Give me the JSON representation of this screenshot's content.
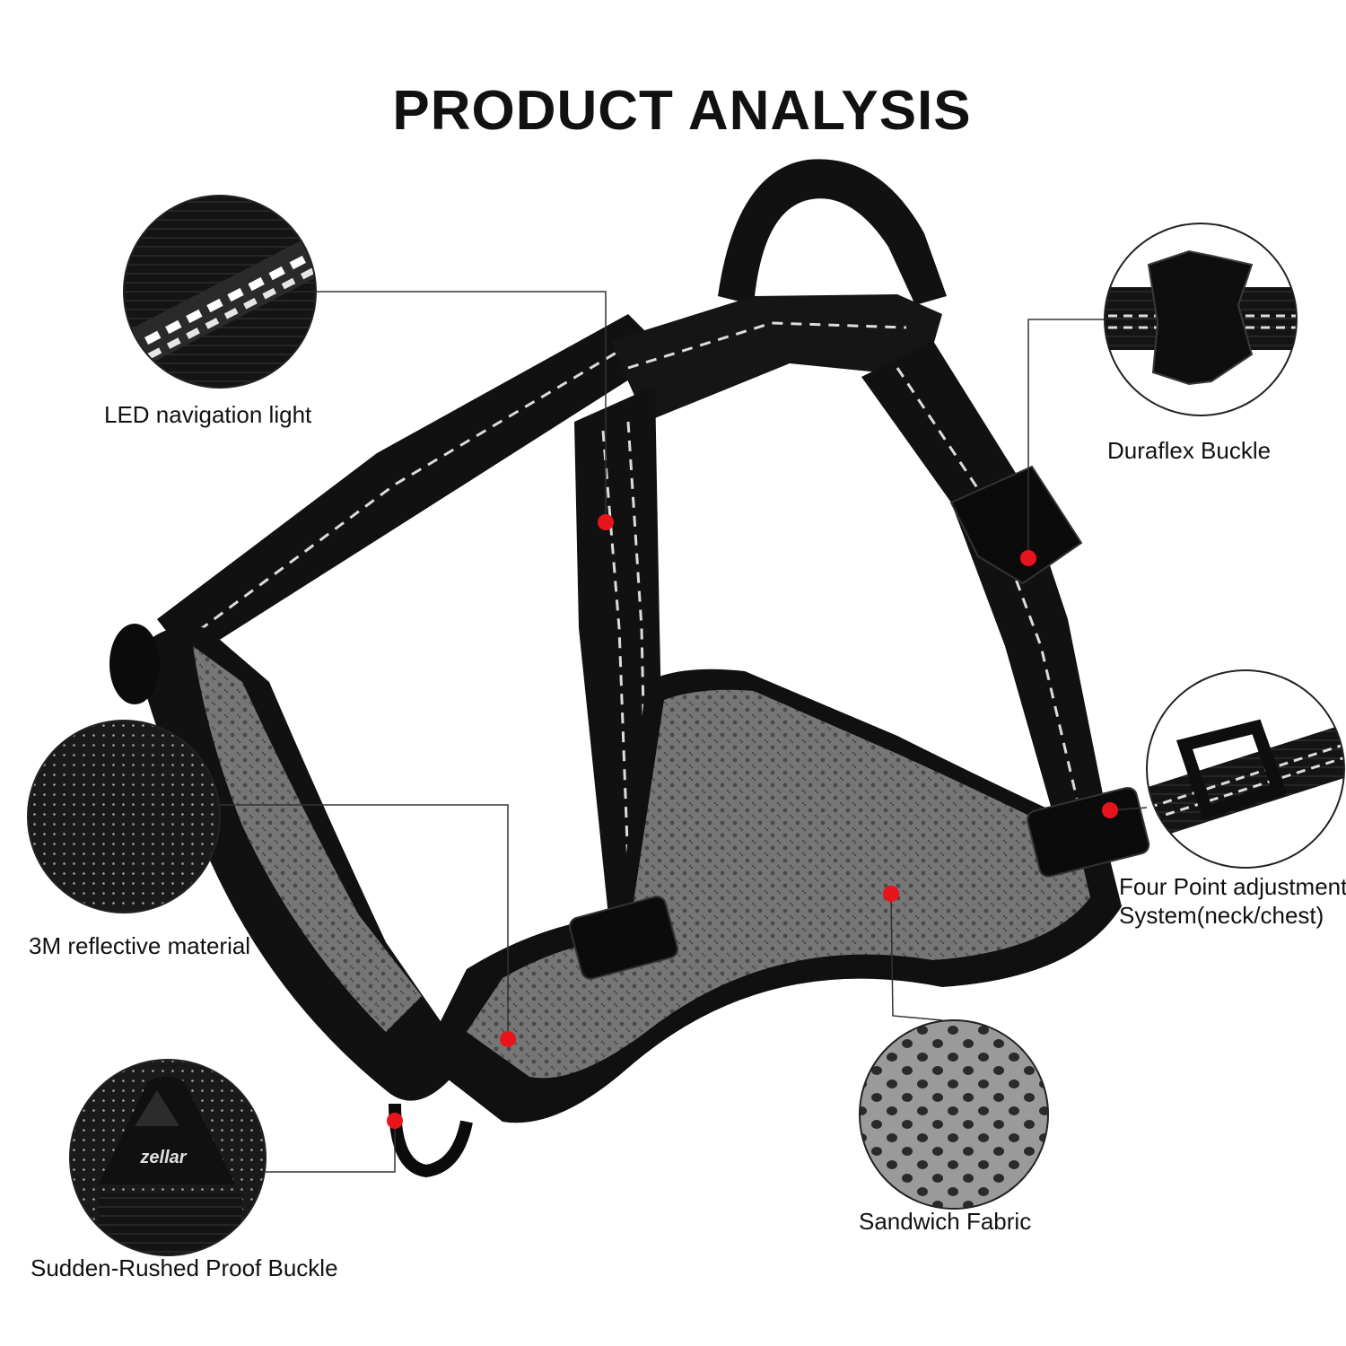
{
  "title": "PRODUCT ANALYSIS",
  "callouts": {
    "led": "LED navigation light",
    "duraflex": "Duraflex Buckle",
    "reflective": "3M reflective material",
    "four_point_line1": "Four Point adjustment",
    "four_point_line2": "System(neck/chest)",
    "sandwich": "Sandwich Fabric",
    "sudden": "Sudden-Rushed Proof Buckle"
  },
  "logo_text": "zellar",
  "colors": {
    "background": "#ffffff",
    "strap": "#111111",
    "mesh": "#7a7a7a",
    "marker": "#e8141c",
    "text": "#111111"
  },
  "icons": [
    "harness-illustration",
    "detail-magnifier-circle",
    "red-marker-dot"
  ]
}
